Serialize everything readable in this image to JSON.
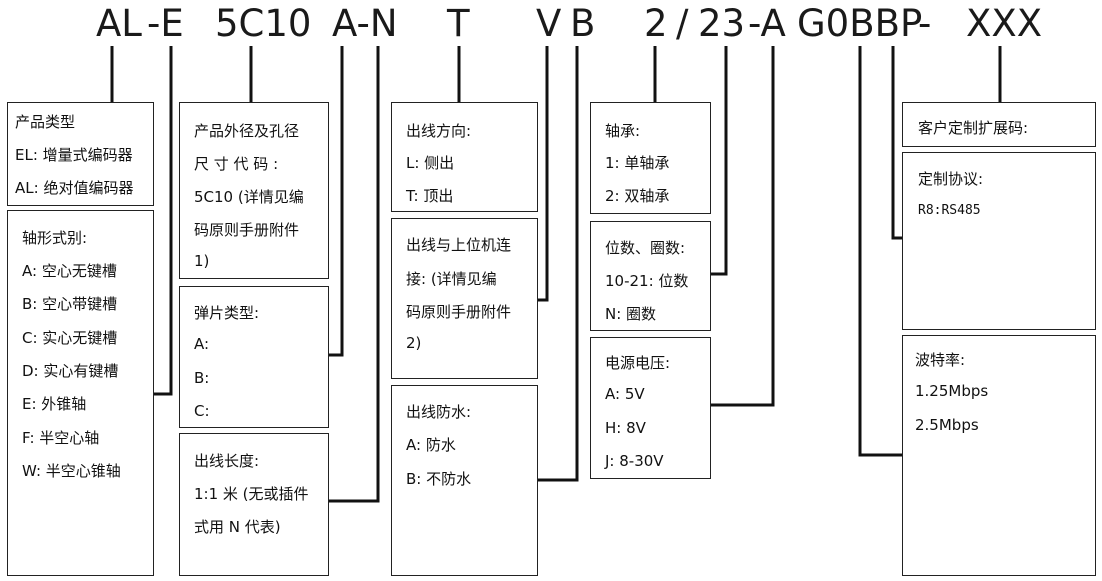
{
  "code_segments": [
    "AL",
    "-E",
    "5C10",
    "A-N",
    "T",
    "V",
    "B",
    "2",
    "/",
    "23",
    "-A",
    "G0BBP",
    "-",
    "XXX"
  ],
  "boxes": {
    "product_type": [
      "产品类型",
      "EL: 增量式编码器",
      "AL: 绝对值编码器"
    ],
    "shaft_type": [
      "轴形式别:",
      "A: 空心无键槽",
      "B: 空心带键槽",
      "C: 实心无键槽",
      "D: 实心有键槽",
      "E: 外锥轴",
      "F: 半空心轴",
      "W: 半空心锥轴"
    ],
    "size_code": [
      "产品外径及孔径",
      "尺 寸 代 码 :",
      "5C10 (详情见编",
      "码原则手册附件",
      "1)"
    ],
    "spring_type": [
      "弹片类型:",
      "A:",
      "B:",
      "C:"
    ],
    "cable_length": [
      "出线长度:",
      "1:1 米 (无或插件",
      "式用 N 代表)"
    ],
    "outlet_direction": [
      "出线方向:",
      "L: 侧出",
      "T: 顶出"
    ],
    "host_connection": [
      "出线与上位机连",
      "接: (详情见编",
      "码原则手册附件",
      "2)"
    ],
    "waterproof": [
      "出线防水:",
      "A: 防水",
      "B: 不防水"
    ],
    "bearing": [
      "轴承:",
      "1: 单轴承",
      "2: 双轴承"
    ],
    "bits_turns": [
      "位数、圈数:",
      "10-21: 位数",
      "N: 圈数"
    ],
    "power_voltage": [
      "电源电压:",
      "A: 5V",
      "H: 8V",
      "J: 8-30V"
    ],
    "custom_ext": [
      "客户定制扩展码:"
    ],
    "custom_protocol": [
      "定制协议:",
      "R8:RS485"
    ],
    "baud_rate": [
      "波特率:",
      "1.25Mbps",
      "2.5Mbps"
    ]
  }
}
